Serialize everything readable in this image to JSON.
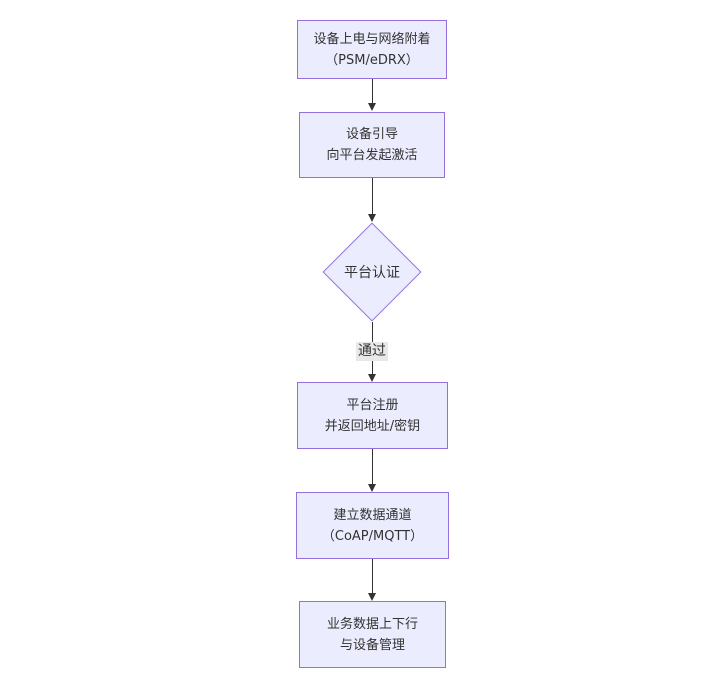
{
  "diagram": {
    "type": "flowchart-vertical",
    "nodes": {
      "power_attach": {
        "line1": "设备上电与网络附着",
        "line2": "（PSM/eDRX）"
      },
      "bootstrap": {
        "line1": "设备引导",
        "line2": "向平台发起激活"
      },
      "auth": {
        "label": "平台认证"
      },
      "register": {
        "line1": "平台注册",
        "line2": "并返回地址/密钥"
      },
      "channel": {
        "line1": "建立数据通道",
        "line2": "（CoAP/MQTT）"
      },
      "business": {
        "line1": "业务数据上下行",
        "line2": "与设备管理"
      }
    },
    "edges": {
      "auth_pass_label": "通过"
    },
    "colors": {
      "node_fill": "#ECECFF",
      "node_border": "#9370DB",
      "edge_color": "#333333",
      "edge_label_bg": "#e8e8e8",
      "text": "#333333",
      "background": "#ffffff"
    }
  }
}
